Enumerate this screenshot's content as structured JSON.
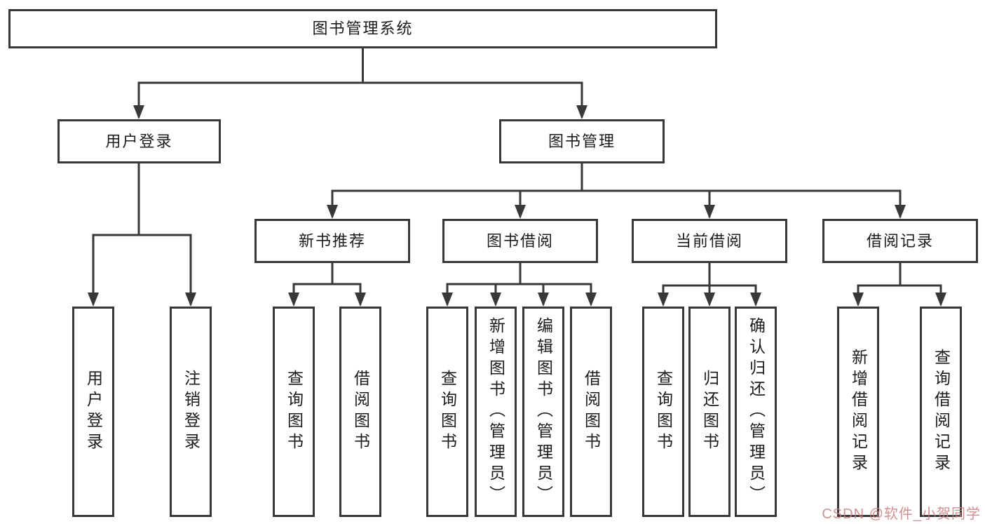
{
  "diagram": {
    "type": "hierarchy-tree",
    "tree": {
      "label": "图书管理系统",
      "children": [
        {
          "label": "用户登录",
          "children": [
            {
              "label": "用户登录"
            },
            {
              "label": "注销登录"
            }
          ]
        },
        {
          "label": "图书管理",
          "children": [
            {
              "label": "新书推荐",
              "children": [
                {
                  "label": "查询图书"
                },
                {
                  "label": "借阅图书"
                }
              ]
            },
            {
              "label": "图书借阅",
              "children": [
                {
                  "label": "查询图书"
                },
                {
                  "label": "新增图书（管理员）"
                },
                {
                  "label": "编辑图书（管理员）"
                },
                {
                  "label": "借阅图书"
                }
              ]
            },
            {
              "label": "当前借阅",
              "children": [
                {
                  "label": "查询图书"
                },
                {
                  "label": "归还图书"
                },
                {
                  "label": "确认归还（管理员）"
                }
              ]
            },
            {
              "label": "借阅记录",
              "children": [
                {
                  "label": "新增借阅记录"
                },
                {
                  "label": "查询借阅记录"
                }
              ]
            }
          ]
        }
      ]
    },
    "colors": {
      "line": "#383838",
      "box_border": "#383838",
      "text": "#1c1c1c",
      "background": "#ffffff",
      "watermark": "#cb7c7c"
    }
  },
  "watermark": {
    "text": "CSDN @软件_小贺同学"
  }
}
